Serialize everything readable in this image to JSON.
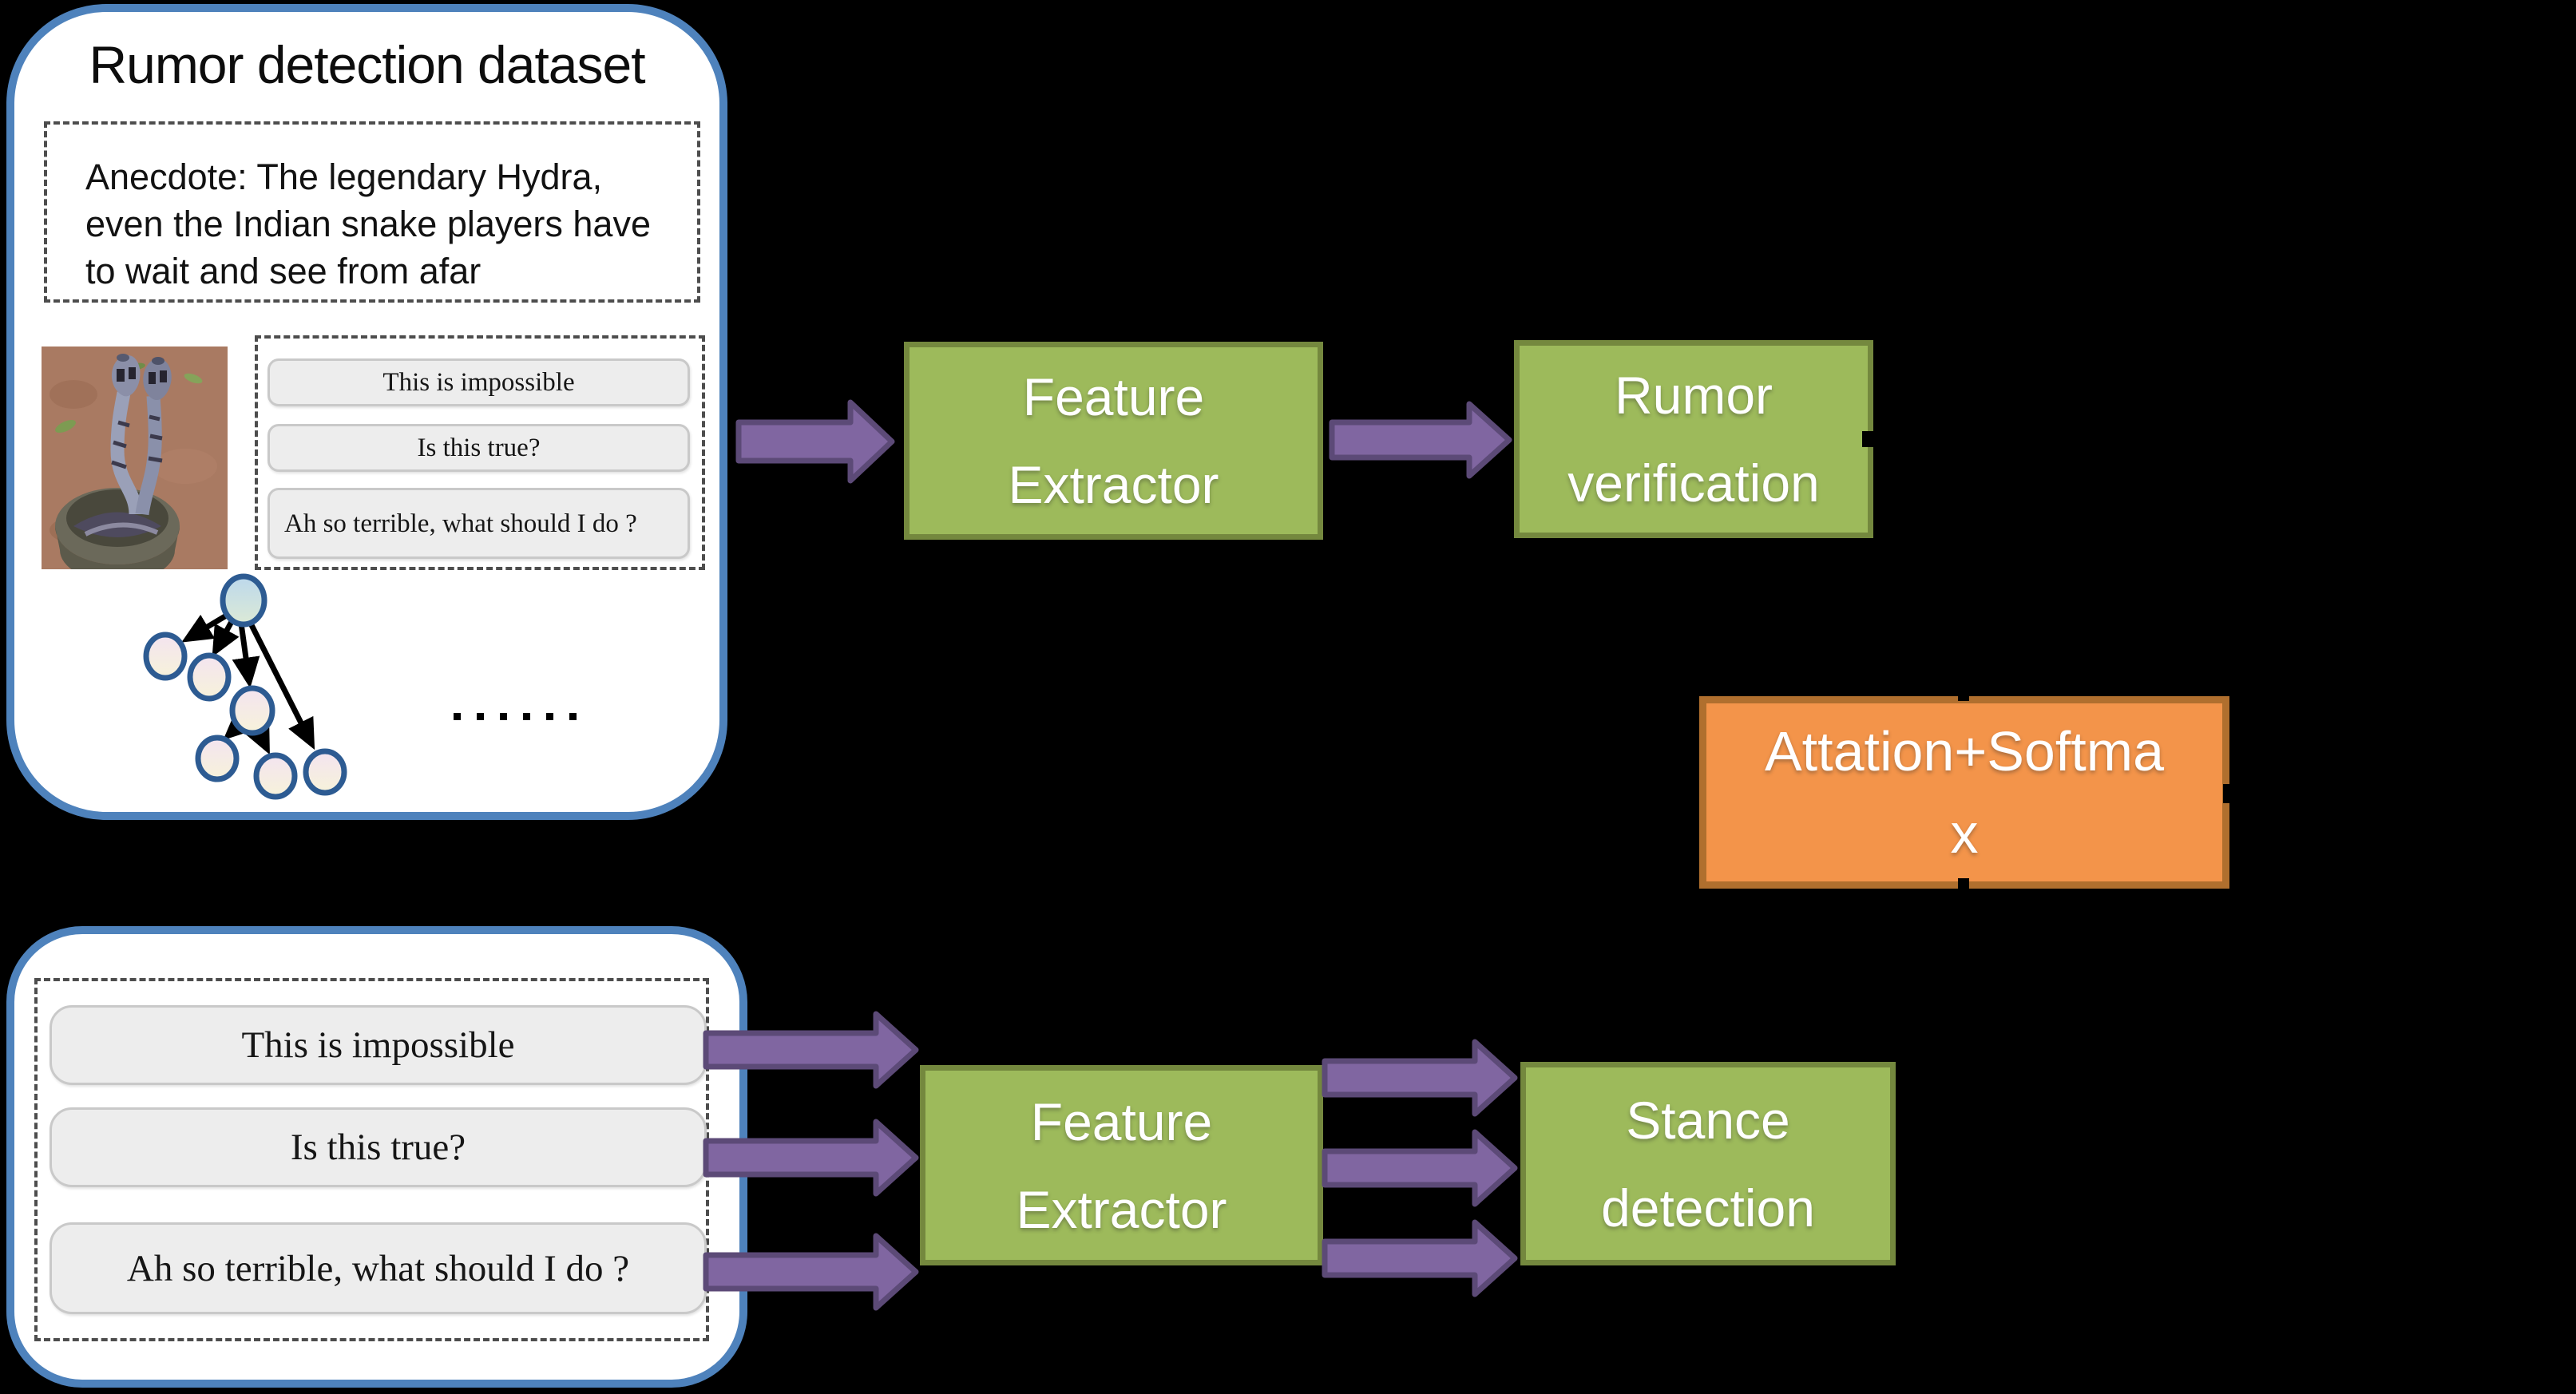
{
  "diagram": {
    "dataset_box": {
      "title": "Rumor detection dataset",
      "anecdote_lines": [
        "Anecdote: The legendary Hydra,",
        "even the Indian snake players have",
        "to wait and see from afar"
      ],
      "replies": [
        "This is impossible",
        "Is this true?",
        "Ah so terrible, what should I do ?"
      ],
      "ellipsis_dots": 6
    },
    "rumor_branch": {
      "feature_extractor": {
        "label": "Feature Extractor",
        "line1": "Feature",
        "line2": "Extractor"
      },
      "rumor_verification": {
        "label": "Rumor verification",
        "line1": "Rumor",
        "line2": "verification"
      }
    },
    "attention_box": {
      "label": "Attation+Softmax",
      "line1": "Attation+Softma",
      "line2": "x"
    },
    "stance_branch": {
      "posts_box": {
        "replies": [
          "This is impossible",
          "Is this true?",
          "Ah so terrible, what should I do ?"
        ]
      },
      "feature_extractor": {
        "label": "Feature Extractor",
        "line1": "Feature",
        "line2": "Extractor"
      },
      "stance_detection": {
        "label": "Stance detection",
        "line1": "Stance",
        "line2": "detection"
      }
    },
    "colors": {
      "background": "#000000",
      "panel_border_blue": "#4E82BC",
      "box_green": "#9DBA5B",
      "box_green_border": "#74883E",
      "box_orange": "#F3944A",
      "box_orange_border": "#B06F2E",
      "arrow_purple": "#8066A1",
      "arrow_purple_border": "#5C4A77",
      "chip_fill": "#EDEDED",
      "chip_border": "#C9C9C9",
      "tree_node_border": "#2D5B92"
    }
  }
}
